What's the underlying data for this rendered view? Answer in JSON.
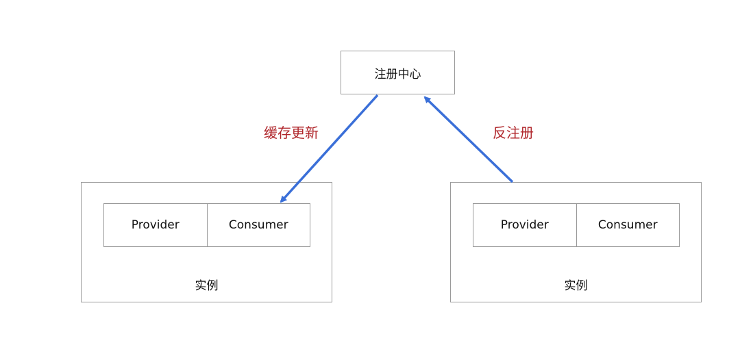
{
  "registry": {
    "label": "注册中心"
  },
  "edges": {
    "cache_update": "缓存更新",
    "unregister": "反注册"
  },
  "instances": [
    {
      "provider": "Provider",
      "consumer": "Consumer",
      "label": "实例"
    },
    {
      "provider": "Provider",
      "consumer": "Consumer",
      "label": "实例"
    }
  ],
  "colors": {
    "arrow": "#3a6fd8",
    "edge_label": "#b0262b",
    "border": "#9a9a9a"
  }
}
